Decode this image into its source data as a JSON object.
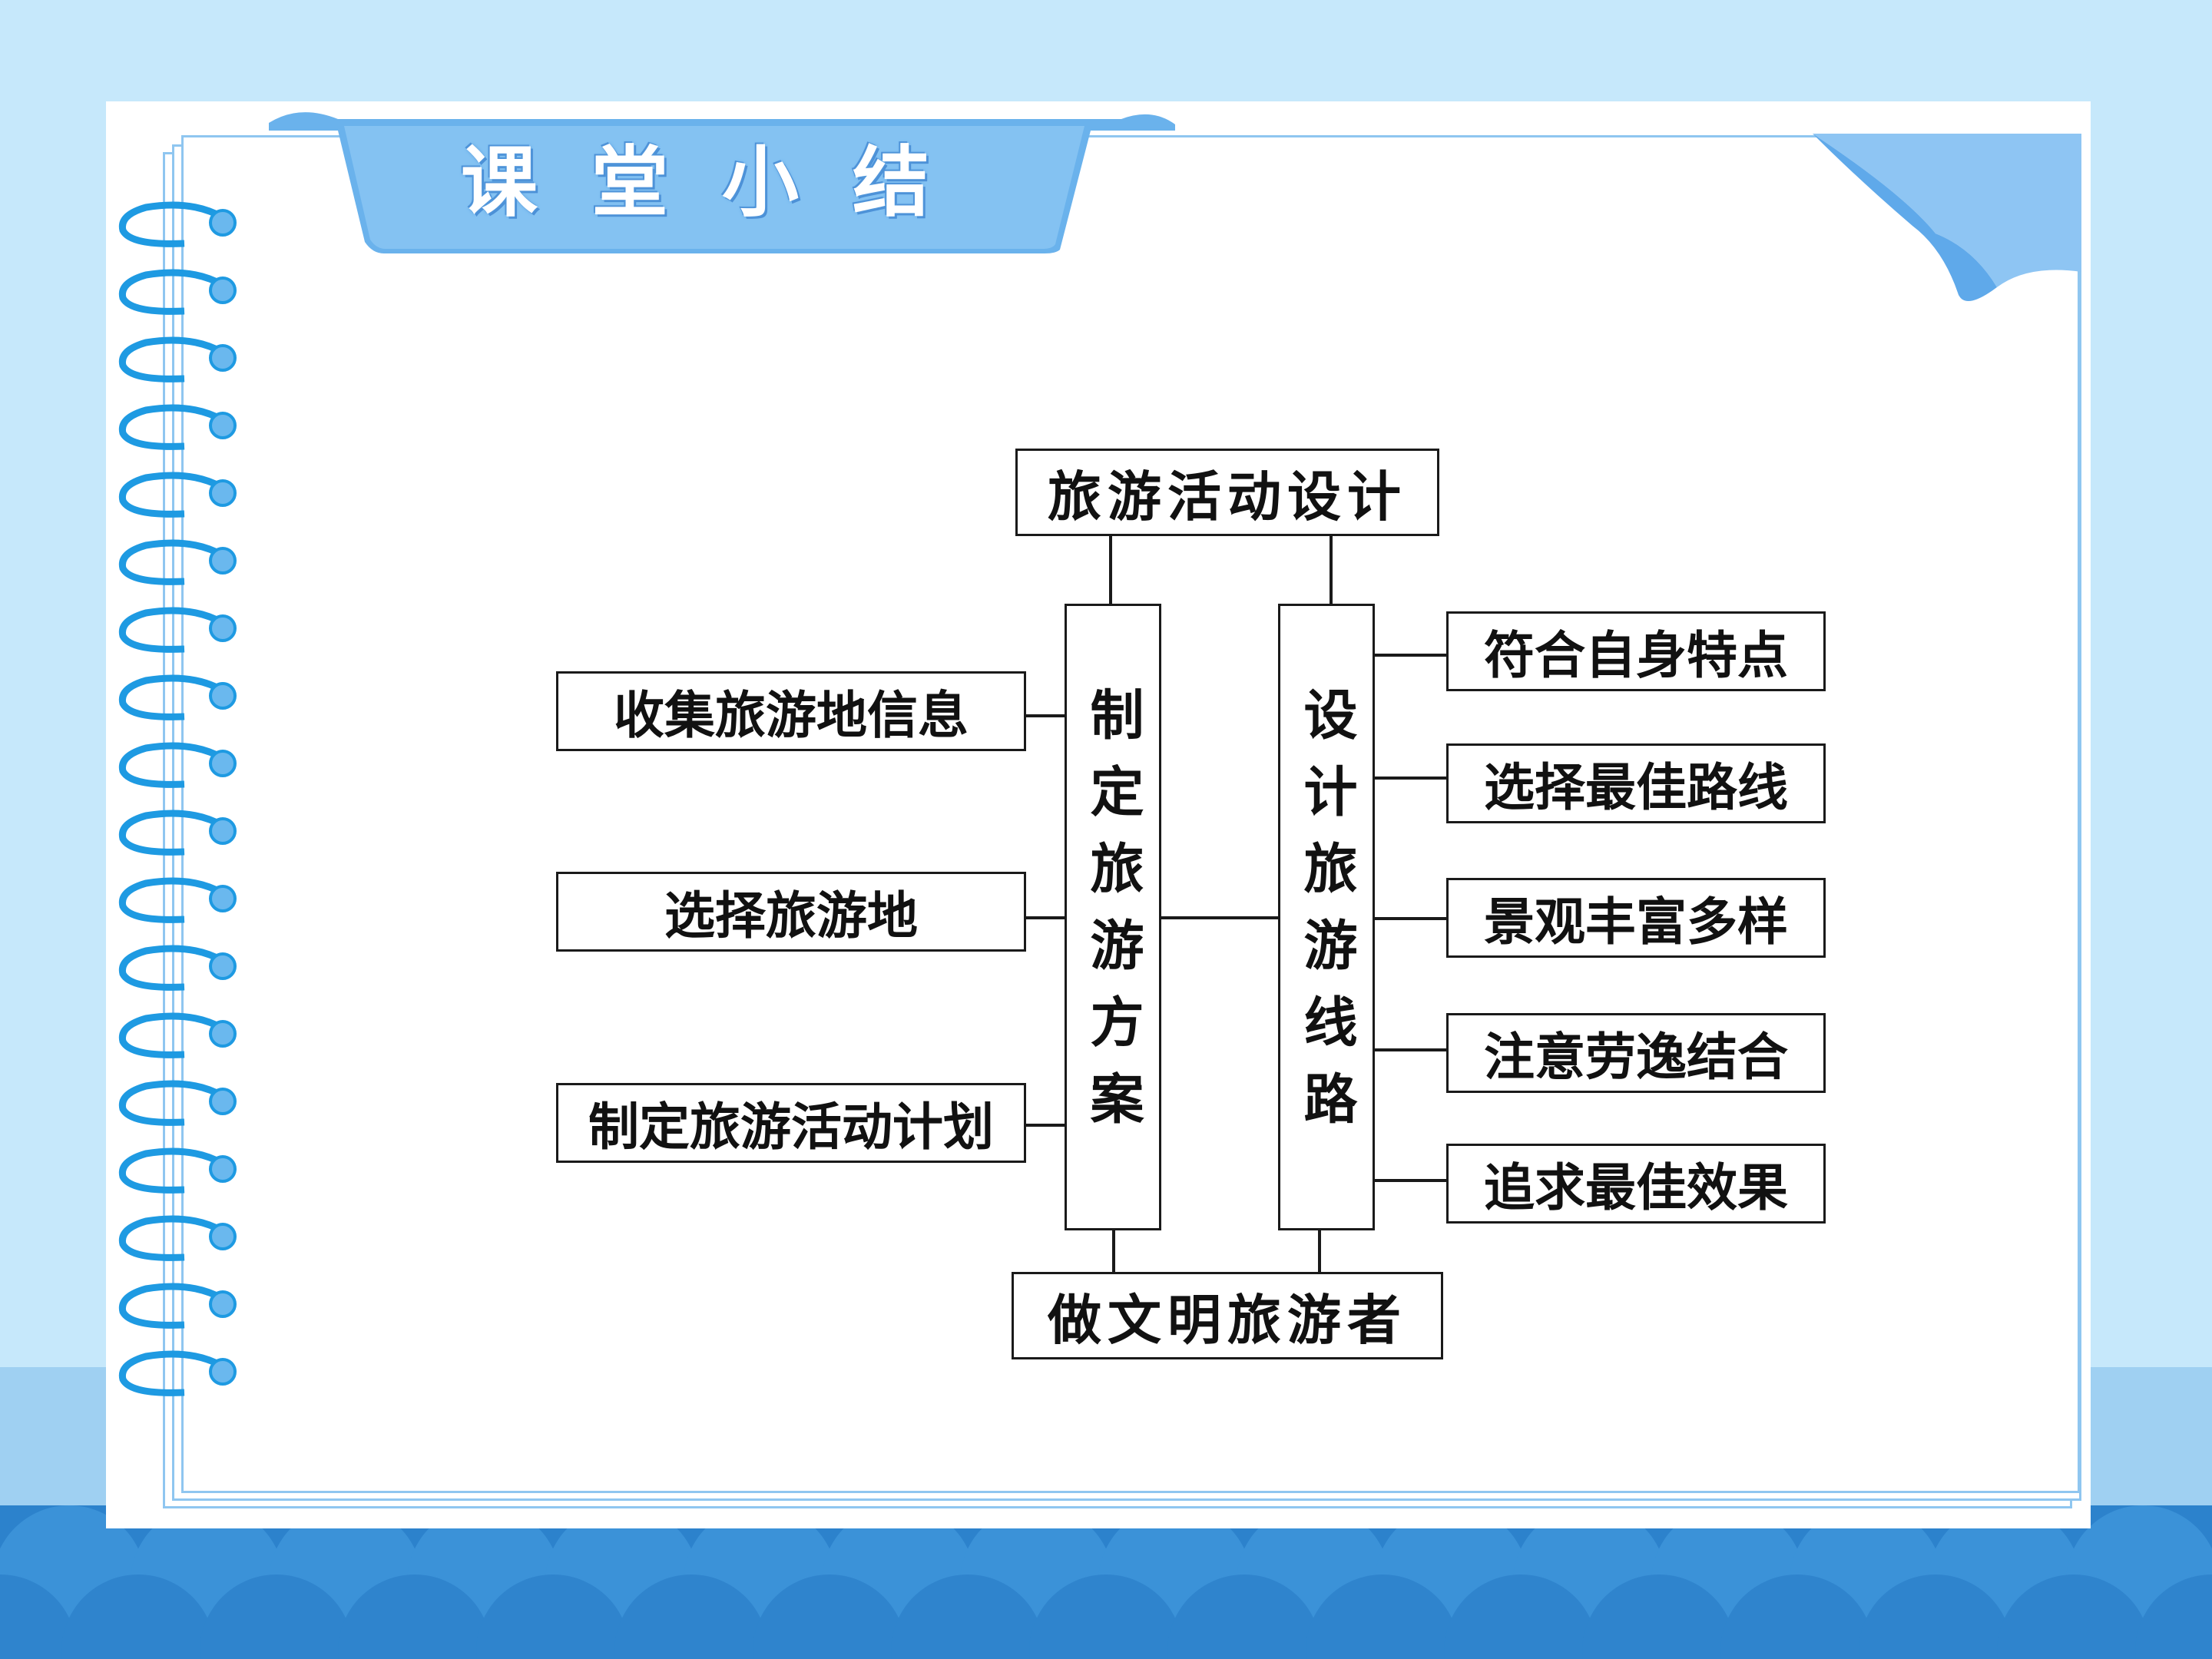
{
  "header": {
    "title": "课堂小结"
  },
  "diagram": {
    "root": "旅游活动设计",
    "left_branch": "制定旅游方案",
    "right_branch": "设计旅游线路",
    "bottom": "做文明旅游者",
    "left_items": [
      "收集旅游地信息",
      "选择旅游地",
      "制定旅游活动计划"
    ],
    "right_items": [
      "符合自身特点",
      "选择最佳路线",
      "景观丰富多样",
      "注意劳逸结合",
      "追求最佳效果"
    ]
  },
  "colors": {
    "background": "#c6e8fb",
    "accent": "#6fb6ee",
    "waves": "#2e86cf",
    "spiral": "#1e9be3"
  }
}
